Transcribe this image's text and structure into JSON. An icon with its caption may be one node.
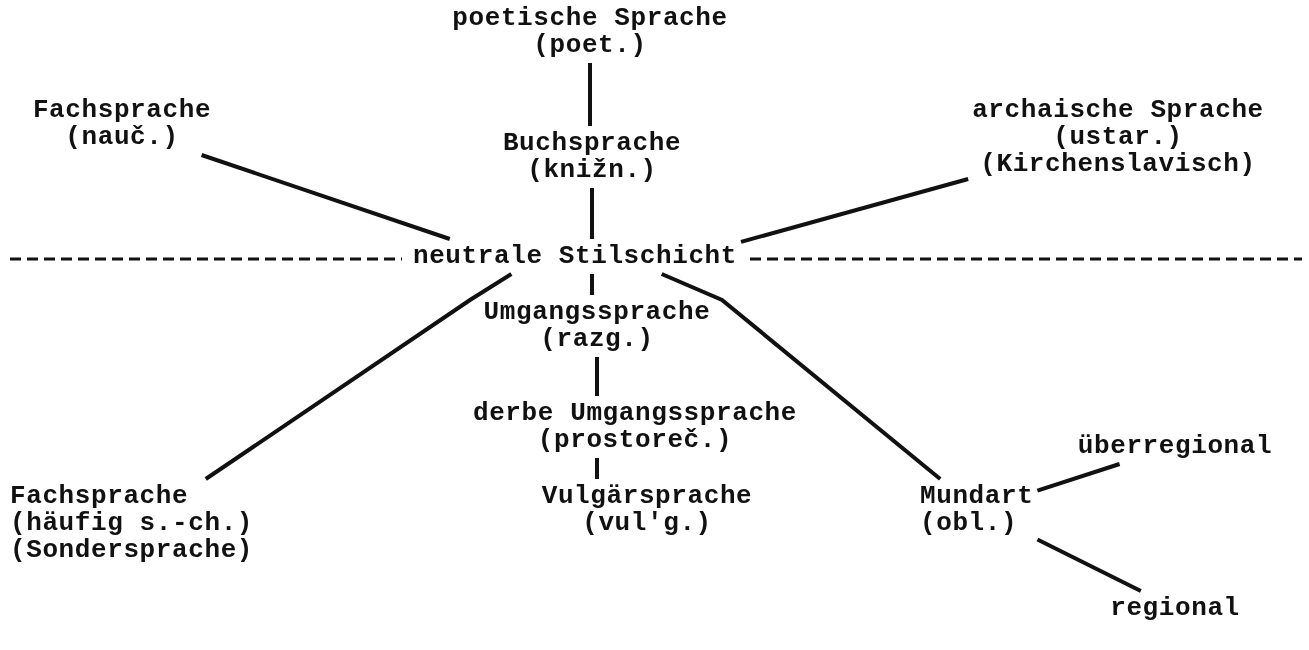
{
  "diagram": {
    "nodes": [
      {
        "text": [
          "poetische Sprache",
          "(poet.)"
        ]
      },
      {
        "text": [
          "Fachsprache",
          "(nauč.)"
        ]
      },
      {
        "text": [
          "Buchsprache",
          "(knižn.)"
        ]
      },
      {
        "text": [
          "archaische Sprache",
          "(ustar.)",
          "(Kirchenslavisch)"
        ]
      },
      {
        "text": [
          "neutrale Stilschicht"
        ]
      },
      {
        "text": [
          "Umgangssprache",
          "(razg.)"
        ]
      },
      {
        "text": [
          "derbe Umgangssprache",
          "(prostoreč.)"
        ]
      },
      {
        "text": [
          "überregional"
        ]
      },
      {
        "text": [
          "Fachsprache",
          "(häufig s.-ch.)",
          "(Sondersprache)"
        ]
      },
      {
        "text": [
          "Vulgärsprache",
          "(vul'g.)"
        ]
      },
      {
        "text": [
          "Mundart",
          "(obl.)"
        ]
      },
      {
        "text": [
          "regional"
        ]
      }
    ],
    "edges": [
      {
        "from": 0,
        "to": 2,
        "arrow": "none"
      },
      {
        "from": 1,
        "to": 4,
        "arrow": "none"
      },
      {
        "from": 2,
        "to": 4,
        "arrow": "none"
      },
      {
        "from": 3,
        "to": 4,
        "arrow": "none"
      },
      {
        "from": 4,
        "to": 5,
        "arrow": "none"
      },
      {
        "from": 4,
        "to": 8,
        "arrow": "none"
      },
      {
        "from": 4,
        "to": 10,
        "arrow": "none"
      },
      {
        "from": 5,
        "to": 6,
        "arrow": "none"
      },
      {
        "from": 6,
        "to": 9,
        "arrow": "none"
      },
      {
        "from": 10,
        "to": 7,
        "arrow": "none"
      },
      {
        "from": 10,
        "to": 11,
        "arrow": "none"
      }
    ]
  }
}
